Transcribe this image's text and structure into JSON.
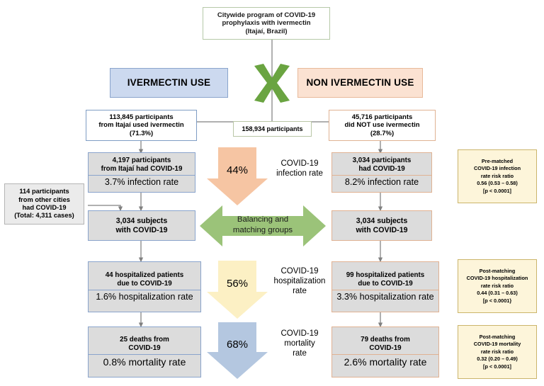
{
  "diagram": {
    "title_box": {
      "line1": "Citywide program of COVID-19",
      "line2": "prophylaxis with ivermectin",
      "line3": "(Itajaí, Brazil)"
    },
    "cross_marker": "X",
    "banners": {
      "left": "IVERMECTIN USE",
      "right": "NON IVERMECTIN USE"
    },
    "total_participants": "158,934 participants",
    "left_branch": {
      "enrolled": {
        "line1": "113,845 participants",
        "line2": "from Itajaí used ivermectin",
        "line3": "(71.3%)"
      },
      "infected": {
        "line1": "4,197 participants",
        "line2": "from Itajaí had COVID-19",
        "rate": "3.7% infection rate"
      },
      "matched": {
        "line1": "3,034 subjects",
        "line2": "with COVID-19"
      },
      "hospitalized": {
        "line1": "44 hospitalized patients",
        "line2": "due to COVID-19",
        "rate": "1.6% hospitalization rate"
      },
      "deaths": {
        "line1": "25 deaths from",
        "line2": "COVID-19",
        "rate": "0.8% mortality rate"
      }
    },
    "right_branch": {
      "enrolled": {
        "line1": "45,716 participants",
        "line2": "did NOT use ivermectin",
        "line3": "(28.7%)"
      },
      "infected": {
        "line1": "3,034 participants",
        "line2": "had COVID-19",
        "rate": "8.2% infection rate"
      },
      "matched": {
        "line1": "3,034 subjects",
        "line2": "with COVID-19"
      },
      "hospitalized": {
        "line1": "99 hospitalized patients",
        "line2": "due to COVID-19",
        "rate": "3.3% hospitalization rate"
      },
      "deaths": {
        "line1": "79 deaths from",
        "line2": "COVID-19",
        "rate": "2.6% mortality rate"
      }
    },
    "other_cities_note": {
      "line1": "114 participants",
      "line2": "from other cities",
      "line3": "had COVID-19",
      "line4": "(Total: 4,311 cases)"
    },
    "center_arrows": [
      {
        "percent": "44%",
        "label_line1": "COVID-19",
        "label_line2": "infection rate",
        "label_line3": "",
        "color": "#f6c5a3"
      },
      {
        "percent": "56%",
        "label_line1": "COVID-19",
        "label_line2": "hospitalization",
        "label_line3": "rate",
        "color": "#fcf0c4"
      },
      {
        "percent": "68%",
        "label_line1": "COVID-19",
        "label_line2": "mortality",
        "label_line3": "rate",
        "color": "#b4c7e0"
      }
    ],
    "balancing_arrow": {
      "line1": "Balancing and",
      "line2": "matching groups",
      "color": "#9bc379"
    },
    "callouts": [
      {
        "line1": "Pre-matched",
        "line2": "COVID-19 infection",
        "line3": "rate risk ratio",
        "line4": "0.56 (0.53 –  0.58)",
        "line5": "[p < 0.0001]"
      },
      {
        "line1": "Post-matching",
        "line2": "COVID-19 hospitalization",
        "line3": "rate risk ratio",
        "line4": "0.44 (0.31 – 0.63)",
        "line5": "[p < 0.0001}"
      },
      {
        "line1": "Post-matching",
        "line2": "COVID-19 mortality",
        "line3": "rate risk ratio",
        "line4": "0.32 (0.20 – 0.49)",
        "line5": "[p < 0.0001]"
      }
    ],
    "colors": {
      "connector": "#808080",
      "blue_border": "#8aa4cc",
      "peach_border": "#e0b293",
      "grey_fill": "#dcdcdc",
      "callout_fill": "#fdf5da",
      "green": "#6aa441"
    }
  }
}
